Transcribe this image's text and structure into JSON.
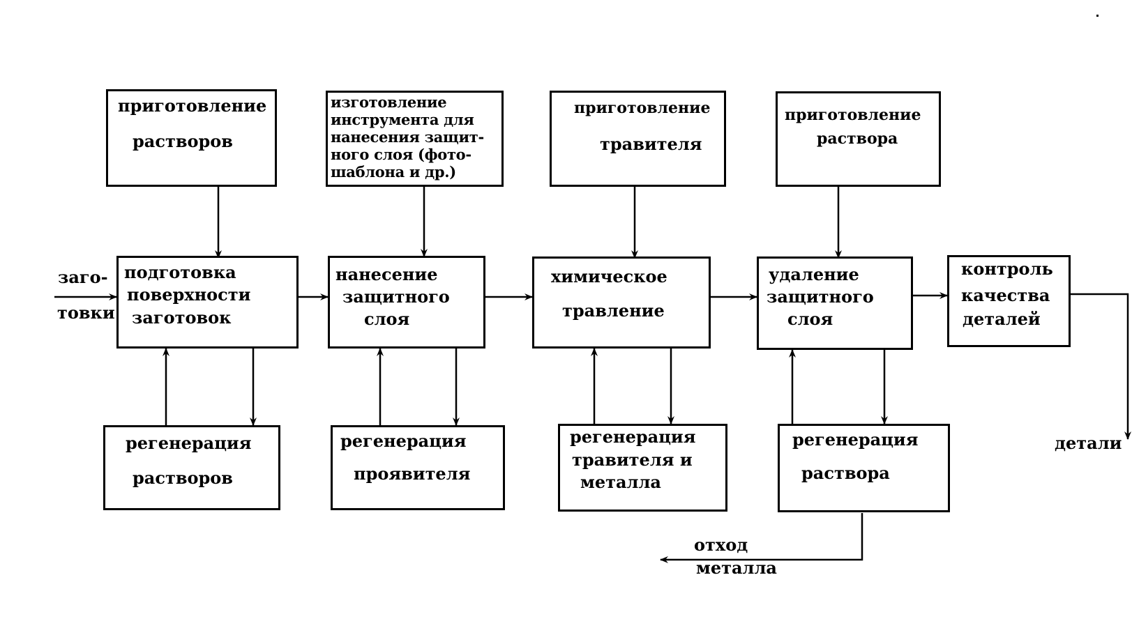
{
  "top": {
    "prep_solutions": [
      "приготовление",
      "растворов"
    ],
    "tool_making": [
      "изготовление",
      "инструмента для",
      "нанесения защит-",
      "ного слоя (фото-",
      "шаблона и др.)"
    ],
    "prep_etchant": [
      "приготовление",
      "травителя"
    ],
    "prep_solution": [
      "приготовление",
      "раствора"
    ]
  },
  "main": {
    "surface_prep": [
      "подготовка",
      "поверхности",
      "заготовок"
    ],
    "apply_layer": [
      "нанесение",
      "защитного",
      "слоя"
    ],
    "chem_etch": [
      "химическое",
      "травление"
    ],
    "remove_layer": [
      "удаление",
      "защитного",
      "слоя"
    ],
    "quality": [
      "контроль",
      "качества",
      "деталей"
    ]
  },
  "bottom": {
    "regen_solutions": [
      "регенерация",
      "растворов"
    ],
    "regen_developer": [
      "регенерация",
      "проявителя"
    ],
    "regen_etchant": [
      "регенерация",
      "травителя и",
      "металла"
    ],
    "regen_solution": [
      "регенерация",
      "раствора"
    ]
  },
  "labels": {
    "input": [
      "заго-",
      "товки"
    ],
    "output": "детали",
    "waste": [
      "отход",
      "металла"
    ]
  },
  "colors": {
    "line": "#000000",
    "background": "#ffffff"
  }
}
